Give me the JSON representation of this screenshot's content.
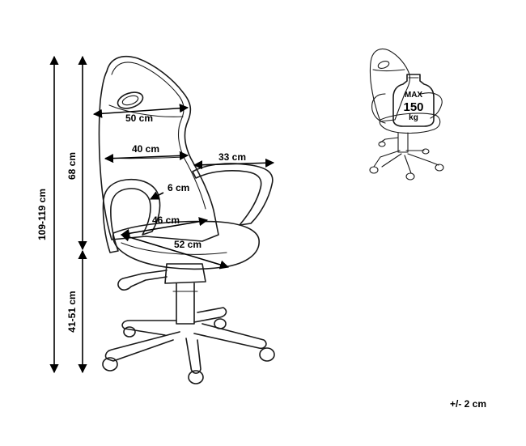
{
  "dimensions": {
    "total_height": "109-119 cm",
    "backrest_height": "68 cm",
    "seat_height": "41-51 cm",
    "backrest_top_width": "50 cm",
    "backrest_mid_width": "40 cm",
    "armrest_length": "33 cm",
    "armrest_width": "6 cm",
    "seat_width": "46 cm",
    "seat_depth": "52 cm"
  },
  "load": {
    "max_label": "MAX",
    "value": "150",
    "unit": "kg"
  },
  "tolerance": "+/- 2 cm",
  "colors": {
    "line": "#1a1a1a",
    "background": "#ffffff"
  }
}
